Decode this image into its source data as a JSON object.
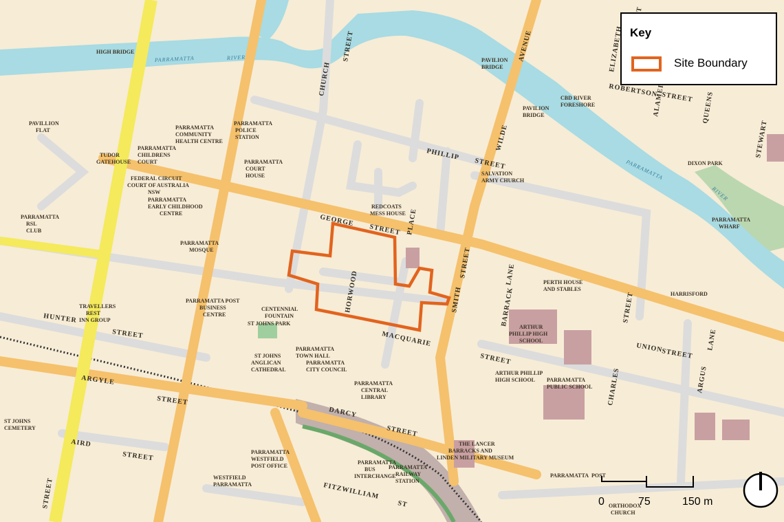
{
  "key": {
    "title": "Key",
    "entries": [
      {
        "label": "Site Boundary",
        "color": "#e2641e"
      }
    ]
  },
  "scale": {
    "labels": [
      "0",
      "75",
      "150 m"
    ]
  },
  "colors": {
    "background": "#f7ecd6",
    "river": "#a8dbe3",
    "major_road": "#f5c16c",
    "highway": "#f4ea5c",
    "minor_road": "#dcdcdc",
    "rail": "#b7a6a4",
    "buildings": "#c9a0a2",
    "park": "#9fcf9f",
    "site_boundary": "#e2641e"
  },
  "map": {
    "rivers": [
      "PARRAMATTA",
      "RIVER",
      "PARRAMATTA",
      "RIVER"
    ],
    "streets": [
      "GEORGE",
      "STREET",
      "PHILLIP",
      "STREET",
      "MACQUARIE",
      "STREET",
      "HUNTER",
      "STREET",
      "ARGYLE",
      "STREET",
      "DARCY",
      "STREET",
      "AIRD",
      "STREET",
      "FITZWILLIAM",
      "ST",
      "CHURCH",
      "STREET",
      "SMITH",
      "STREET",
      "HORWOOD",
      "PLACE",
      "WILDE",
      "AVENUE",
      "CHARLES",
      "STREET",
      "ROBERTSON",
      "STREET",
      "UNION",
      "STREET",
      "BARRACK",
      "LANE",
      "ARGUS",
      "LANE",
      "STEWART",
      "QUEENS",
      "ALAMEIN",
      "ELIZABETH",
      "STREET",
      "STREET"
    ],
    "places": [
      "PAVILLION FLAT",
      "TUDOR GATEHOUSE",
      "PARRAMATTA COMMUNITY HEALTH CENTRE",
      "PARRAMATTA CHILDRENS COURT",
      "PARRAMATTA POLICE STATION",
      "PARRAMATTA COURT HOUSE",
      "FEDERAL CIRCUIT COURT OF AUSTRALIA NSW",
      "PARRAMATTA EARLY CHILDHOOD CENTRE",
      "PARRAMATTA RSL CLUB",
      "PARRAMATTA MOSQUE",
      "REDCOATS MESS HOUSE",
      "SALVATION ARMY CHURCH",
      "CBD RIVER FORESHORE",
      "DIXON PARK",
      "PARRAMATTA WHARF",
      "HARRISFORD",
      "PERTH HOUSE AND STABLES",
      "ARTHUR PHILLIP HIGH SCHOOL",
      "ARTHUR PHILLIP HIGH SCHOOL",
      "PARRAMATTA PUBLIC SCHOOL",
      "PARRAMATTA POST BUSINESS CENTRE",
      "CENTENNIAL FOUNTAIN",
      "ST JOHNS PARK",
      "TRAVELLERS REST INN GROUP",
      "ST JOHNS ANGLICAN CATHEDRAL",
      "PARRAMATTA TOWN HALL",
      "PARRAMATTA CITY COUNCIL",
      "PARRAMATTA CENTRAL LIBRARY",
      "ST JOHNS CEMETERY",
      "PARRAMATTA WESTFIELD POST OFFICE",
      "WESTFIELD PARRAMATTA",
      "PARRAMATTA BUS INTERCHANGE",
      "PARRAMATTA RAILWAY STATION",
      "THE LANCER BARRACKS AND LINDEN MILITARY MUSEUM",
      "PARRAMATTA POST",
      "ORTHODOX CHURCH",
      "PAVILION BRIDGE",
      "PAVILION BRIDGE",
      "HIGH BRIDGE"
    ]
  }
}
